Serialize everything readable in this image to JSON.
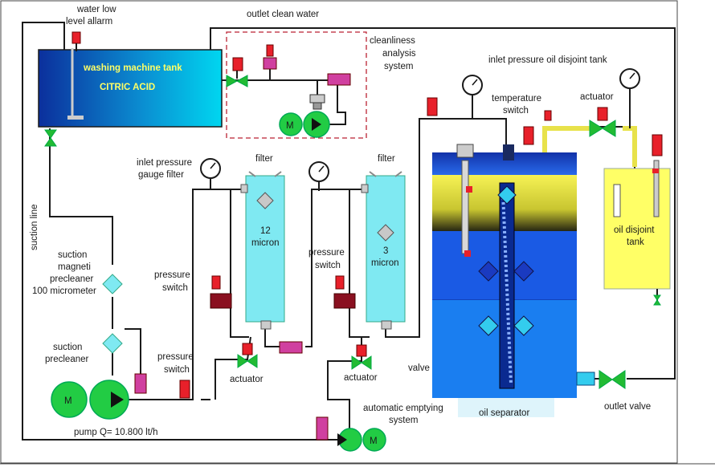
{
  "labels": {
    "water_low_level_alarm": [
      "water low",
      "level allarm"
    ],
    "outlet_clean_water": "outlet clean water",
    "cleanliness_analysis": [
      "cleanliness",
      "analysis",
      "system"
    ],
    "inlet_pressure_oil_tank": "inlet pressure oil disjoint tank",
    "washing_machine_tank": "washing machine tank",
    "citric_acid": "CITRIC ACID",
    "temperature_switch": [
      "temperature",
      "switch"
    ],
    "actuator_top": "actuator",
    "inlet_pressure_gauge_filter": [
      "inlet pressure",
      "gauge filter"
    ],
    "filter_1": "filter",
    "filter_2": "filter",
    "filter_1_rating": [
      "12",
      "micron"
    ],
    "filter_2_rating": [
      "3",
      "micron"
    ],
    "suction_line": "suction line",
    "suction_magneti_precleaner": [
      "suction",
      "magneti",
      "precleaner",
      "100 micrometer"
    ],
    "suction_precleaner": [
      "suction",
      "precleaner"
    ],
    "pressure_switch_1": [
      "pressure",
      "switch"
    ],
    "pressure_switch_2": [
      "pressure",
      "switch"
    ],
    "pressure_switch_3": [
      "pressure",
      "switch"
    ],
    "actuator_1": "actuator",
    "actuator_2": "actuator",
    "valve": "valve",
    "oil_disjoint_tank": [
      "oil disjoint",
      "tank"
    ],
    "oil_separator": "oil separator",
    "outlet_valve": "outlet valve",
    "automatic_emptying_system": [
      "automatic emptying",
      "system"
    ],
    "pump": "pump Q= 10.800 lt/h",
    "pump_letter": "M",
    "aux_pump_letter": "M",
    "clean_pump_letter": "M"
  },
  "colors": {
    "pipe": "#1a1a1a",
    "valve": "#22bb33",
    "sensor": "#e8202a",
    "water": "#00b7e8",
    "filter": "#7fe9f2",
    "yellow": "#ffff66",
    "sep_blue": "#1458d8"
  }
}
